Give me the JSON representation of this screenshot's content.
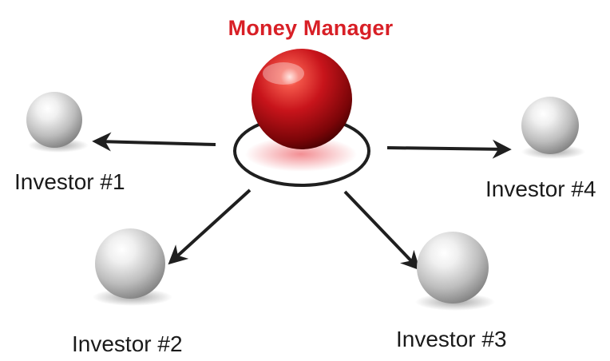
{
  "diagram": {
    "title": "Money Manager",
    "colors": {
      "title": "#d81f26",
      "hub_sphere": "#c8141b",
      "node_sphere": "#d7d7d7",
      "arrow": "#1f1f1f",
      "text": "#1a1a1a"
    },
    "hub": {
      "label": "Money Manager",
      "icon": "red-sphere-icon"
    },
    "nodes": [
      {
        "id": "investor-1",
        "label": "Investor #1",
        "icon": "silver-sphere-icon"
      },
      {
        "id": "investor-2",
        "label": "Investor #2",
        "icon": "silver-sphere-icon"
      },
      {
        "id": "investor-3",
        "label": "Investor #3",
        "icon": "silver-sphere-icon"
      },
      {
        "id": "investor-4",
        "label": "Investor #4",
        "icon": "silver-sphere-icon"
      }
    ],
    "edges": [
      {
        "from": "hub",
        "to": "investor-1"
      },
      {
        "from": "hub",
        "to": "investor-2"
      },
      {
        "from": "hub",
        "to": "investor-3"
      },
      {
        "from": "hub",
        "to": "investor-4"
      }
    ]
  }
}
